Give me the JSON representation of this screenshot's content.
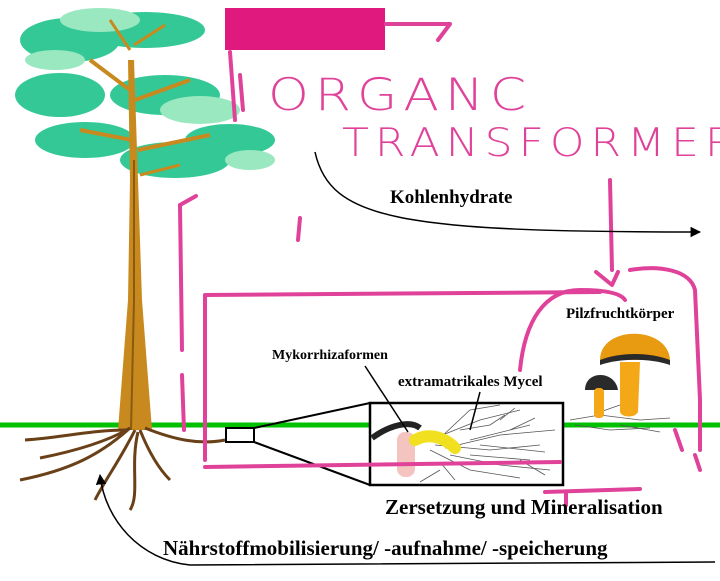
{
  "diagram": {
    "colors": {
      "annotation": "#e0429a",
      "redaction": "#e0197f",
      "ground": "#00c000",
      "foliage": "#34c896",
      "foliage_light": "#9ae8c0",
      "trunk": "#c88a1e",
      "trunk_dark": "#8a5a10",
      "root": "#6a4018",
      "mushroom_cap": "#e89a10",
      "mushroom_stem": "#f4a818",
      "mushroom_dark": "#2a2a2a",
      "hypha_yellow": "#f0e020",
      "hypha_pink": "#f4c4c0",
      "arrow": "#000000"
    },
    "handwriting": {
      "line1": "ORGANC",
      "line2": "TRANSFORMER"
    },
    "labels": {
      "kohlenhydrate": "Kohlenhydrate",
      "pilzfruchtkoerper": "Pilzfruchtkörper",
      "mykorrhizaformen": "Mykorrhizaformen",
      "extramatrikales_mycel": "extramatrikales Mycel",
      "zersetzung": "Zersetzung und Mineralisation",
      "naehrstoff": "Nährstoffmobilisierung/ -aufnahme/ -speicherung"
    }
  }
}
